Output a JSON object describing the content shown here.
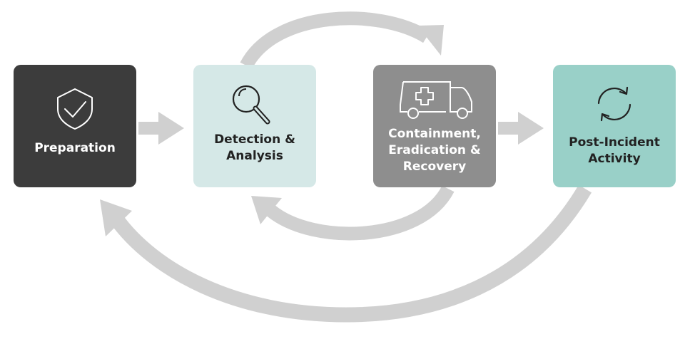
{
  "diagram": {
    "colors": {
      "arrow": "#d0d0d0",
      "preparation": "#3c3c3c",
      "detection": "#d5e8e7",
      "containment": "#8e8e8e",
      "post_incident": "#99d0c8",
      "icon_dark": "#222222",
      "icon_light": "#ffffff"
    },
    "steps": [
      {
        "id": "preparation",
        "icon": "shield-check-icon",
        "label_lines": [
          "Preparation"
        ]
      },
      {
        "id": "detection",
        "icon": "magnifier-icon",
        "label_lines": [
          "Detection &",
          "Analysis"
        ]
      },
      {
        "id": "containment",
        "icon": "ambulance-icon",
        "label_lines": [
          "Containment,",
          "Eradication &",
          "Recovery"
        ]
      },
      {
        "id": "post_incident",
        "icon": "cycle-icon",
        "label_lines": [
          "Post-Incident",
          "Activity"
        ]
      }
    ]
  }
}
